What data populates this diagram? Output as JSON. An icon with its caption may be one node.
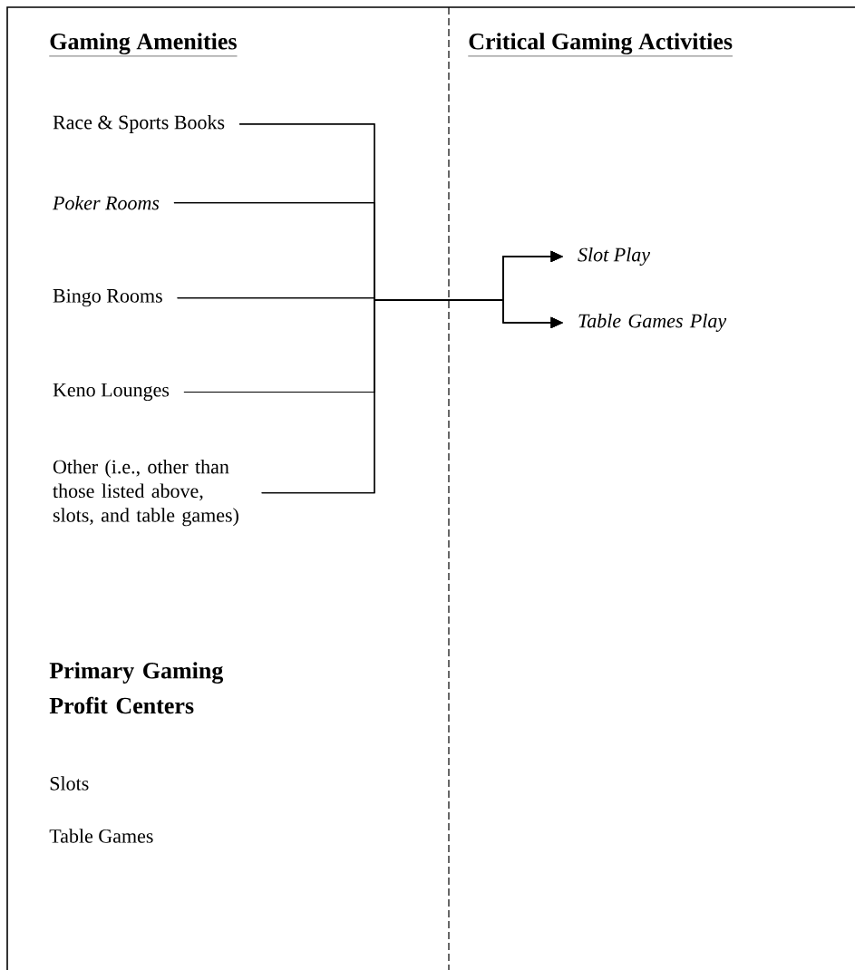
{
  "diagram": {
    "nodes": [
      {
        "text": [
          "Race & Sports Books"
        ]
      },
      {
        "text": [
          "Poker Rooms"
        ]
      },
      {
        "text": [
          "Bingo Rooms"
        ]
      },
      {
        "text": [
          "Keno Lounges"
        ]
      },
      {
        "text": [
          "Other (i.e., other than those listed above, slots, and table games)"
        ]
      },
      {
        "text": [
          "Slot Play"
        ]
      },
      {
        "text": [
          "Table Games Play"
        ]
      }
    ],
    "edges": [
      {
        "from": 0,
        "to": 5,
        "arrow": "to"
      },
      {
        "from": 0,
        "to": 6,
        "arrow": "to"
      },
      {
        "from": 1,
        "to": 5,
        "arrow": "to"
      },
      {
        "from": 1,
        "to": 6,
        "arrow": "to"
      },
      {
        "from": 2,
        "to": 5,
        "arrow": "to"
      },
      {
        "from": 2,
        "to": 6,
        "arrow": "to"
      },
      {
        "from": 3,
        "to": 5,
        "arrow": "to"
      },
      {
        "from": 3,
        "to": 6,
        "arrow": "to"
      },
      {
        "from": 4,
        "to": 5,
        "arrow": "to"
      },
      {
        "from": 4,
        "to": 6,
        "arrow": "to"
      }
    ],
    "labels": [
      "Gaming Amenities",
      "Critical Gaming Activities",
      "Primary Gaming Profit Centers",
      "Slots",
      "Table Games"
    ]
  }
}
